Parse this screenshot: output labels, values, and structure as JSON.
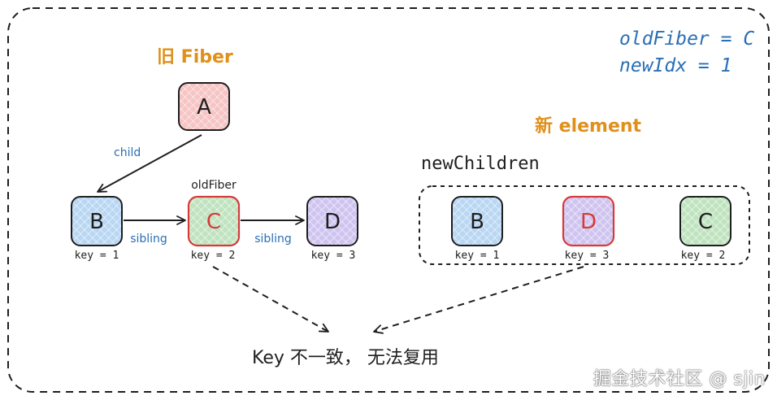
{
  "colors": {
    "orange": "#e0901a",
    "blue": "#2a6fb5",
    "black": "#1e1e1e",
    "red": "#d63a3a",
    "node_a_fill": "#f6c4c4",
    "node_b_fill": "#b9d6f2",
    "node_c_fill": "#bfe3bf",
    "node_d_fill": "#cfc4f0"
  },
  "top_right": {
    "line1": "oldFiber = C",
    "line2": "newIdx = 1"
  },
  "old_fiber": {
    "title": "旧 Fiber",
    "root": {
      "label": "A"
    },
    "child_edge_label": "child",
    "sibling_edge_label_1": "sibling",
    "sibling_edge_label_2": "sibling",
    "pointer_label": "oldFiber",
    "nodes": [
      {
        "label": "B",
        "key": "key = 1"
      },
      {
        "label": "C",
        "key": "key = 2"
      },
      {
        "label": "D",
        "key": "key = 3"
      }
    ]
  },
  "new_element": {
    "title": "新 element",
    "group_label": "newChildren",
    "nodes": [
      {
        "label": "B",
        "key": "key = 1"
      },
      {
        "label": "D",
        "key": "key = 3"
      },
      {
        "label": "C",
        "key": "key = 2"
      }
    ]
  },
  "conclusion": "Key 不一致， 无法复用",
  "watermark": "掘金技术社区 @ sjin"
}
